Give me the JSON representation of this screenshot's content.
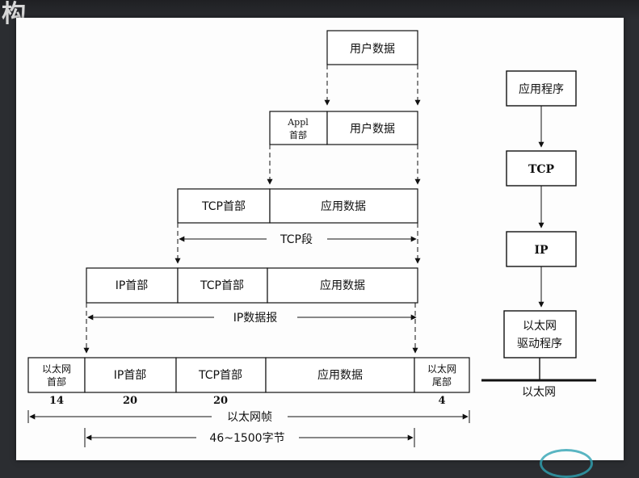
{
  "heading_partial": "构",
  "level1": {
    "user": "用户数据"
  },
  "level2": {
    "appl_line1": "Appl",
    "appl_line2": "首部",
    "user": "用户数据"
  },
  "level3": {
    "tcp_header": "TCP首部",
    "app_data": "应用数据",
    "span_label": "TCP段"
  },
  "level4": {
    "ip_header": "IP首部",
    "tcp_header": "TCP首部",
    "app_data": "应用数据",
    "span_label": "IP数据报"
  },
  "level5": {
    "eth_header_l1": "以太网",
    "eth_header_l2": "首部",
    "ip_header": "IP首部",
    "tcp_header": "TCP首部",
    "app_data": "应用数据",
    "eth_trailer_l1": "以太网",
    "eth_trailer_l2": "尾部",
    "size_eth": "14",
    "size_ip": "20",
    "size_tcp": "20",
    "size_trailer": "4",
    "frame_label": "以太网帧",
    "payload_label": "46~1500字节"
  },
  "stack": {
    "app": "应用程序",
    "tcp": "TCP",
    "ip": "IP",
    "driver_l1": "以太网",
    "driver_l2": "驱动程序",
    "network": "以太网"
  }
}
